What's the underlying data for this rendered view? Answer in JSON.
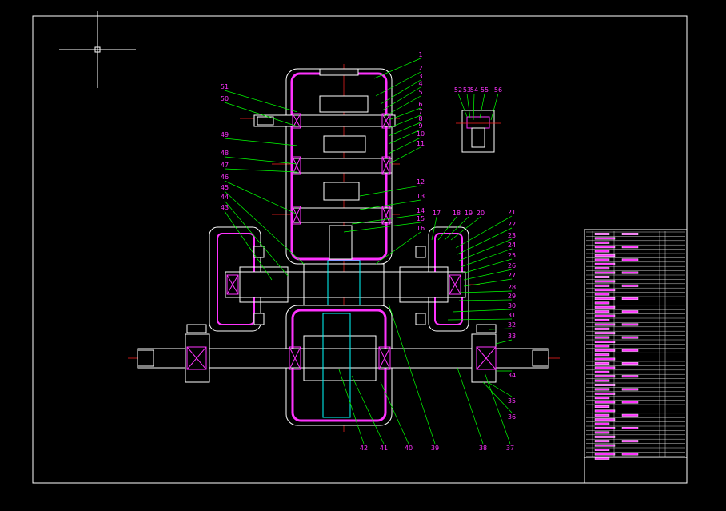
{
  "drawing": {
    "left_callouts": [
      "51",
      "50",
      "49",
      "48",
      "47",
      "46",
      "45",
      "44",
      "43"
    ],
    "right_callouts": [
      "1",
      "2",
      "3",
      "4",
      "5",
      "6",
      "7",
      "8",
      "9",
      "10",
      "11",
      "12",
      "13",
      "14",
      "15",
      "16"
    ],
    "top_right_callouts": [
      "17",
      "18",
      "19",
      "20"
    ],
    "far_right_callouts": [
      "21",
      "22",
      "23",
      "24",
      "25",
      "26",
      "27",
      "28",
      "29",
      "30",
      "31",
      "32",
      "33",
      "34",
      "35",
      "36"
    ],
    "bottom_callouts": [
      "42",
      "41",
      "40",
      "39",
      "38",
      "37"
    ],
    "detail_callouts": [
      "52",
      "53",
      "54",
      "55",
      "56"
    ]
  },
  "colors": {
    "background": "#000000",
    "frame": "#ffffff",
    "callout_text": "#ff33ff",
    "leader_line": "#00ff00",
    "center_line": "#ff2222",
    "section_fill": "#ff33ff",
    "part_outline": "#ffffff",
    "hatch": "#00ffff"
  }
}
